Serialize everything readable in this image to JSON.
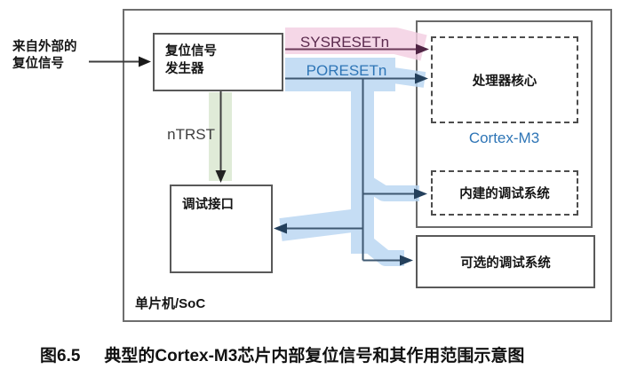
{
  "figure": {
    "external_source": {
      "line1": "来自外部的",
      "line2": "复位信号"
    },
    "blocks": {
      "reset_generator_line1": "复位信号",
      "reset_generator_line2": "发生器",
      "debug_interface": "调试接口",
      "processor_core": "处理器核心",
      "cortex_label": "Cortex-M3",
      "builtin_debug": "内建的调试系统",
      "optional_debug": "可选的调试系统",
      "soc_label": "单片机/SoC"
    },
    "signals": {
      "sysresetn": "SYSRESETn",
      "poresetn": "PORESETn",
      "ntrst": "nTRST"
    },
    "colors": {
      "sysresetn_text": "#5b2a4e",
      "sysresetn_band": "#f3cfe2",
      "sysresetn_line": "#6a3a58",
      "sysresetn_arrow": "#4f2444",
      "poresetn_text": "#2e75b6",
      "poresetn_band": "#b9d6f2",
      "poresetn_line": "#3e5871",
      "poresetn_arrow": "#24405c",
      "ntrst_band": "#d9e7cf",
      "ntrst_text": "#3f3f3f",
      "cortex_text": "#2e75b6",
      "box_border": "#595959"
    }
  },
  "caption": {
    "number": "图6.5",
    "title": "典型的Cortex-M3芯片内部复位信号和其作用范围示意图"
  }
}
